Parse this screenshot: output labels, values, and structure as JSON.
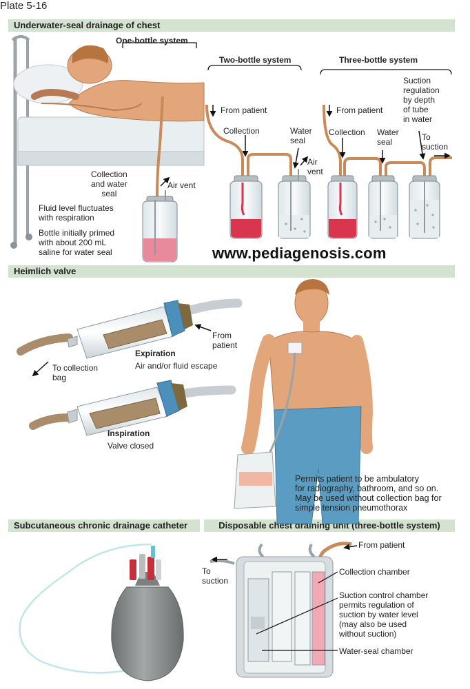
{
  "plate": "Plate 5-16",
  "sections": {
    "underwater": "Underwater-seal drainage of chest",
    "heimlich": "Heimlich valve",
    "subcutaneous": "Subcutaneous chronic drainage catheter",
    "disposable": "Disposable chest draining unit (three-bottle system)"
  },
  "one_bottle": {
    "title": "One-bottle system",
    "collection": [
      "Collection",
      "and water",
      "seal"
    ],
    "air_vent": "Air vent",
    "fluid": [
      "Fluid level fluctuates",
      "with respiration"
    ],
    "primed": [
      "Bottle initially primed",
      "with about 200 mL",
      "saline for water seal"
    ]
  },
  "two_bottle": {
    "title": "Two-bottle system",
    "from_patient": "From patient",
    "collection": "Collection",
    "water_seal": [
      "Water",
      "seal"
    ],
    "air_vent": [
      "Air",
      "vent"
    ]
  },
  "three_bottle": {
    "title": "Three-bottle system",
    "from_patient": "From patient",
    "collection": "Collection",
    "water_seal": [
      "Water",
      "seal"
    ],
    "suction_reg": [
      "Suction",
      "regulation",
      "by depth",
      "of tube",
      "in water"
    ],
    "to_suction": [
      "To",
      "suction"
    ]
  },
  "watermark": "www.pediagenosis.com",
  "heimlich": {
    "from_patient": [
      "From",
      "patient"
    ],
    "expiration": "Expiration",
    "expiration_desc": "Air and/or fluid escape",
    "to_collection": [
      "To collection",
      "bag"
    ],
    "inspiration": "Inspiration",
    "inspiration_desc": "Valve closed",
    "ambulatory": [
      "Permits patient to be ambulatory",
      "for radiography, bathroom, and so on.",
      "May be used without collection bag for",
      "simple tension pneumothorax"
    ]
  },
  "disposable": {
    "from_patient": "From patient",
    "to_suction": [
      "To",
      "suction"
    ],
    "collection_chamber": "Collection chamber",
    "suction_control": [
      "Suction control chamber",
      "permits regulation of",
      "suction by water level",
      "(may also be used",
      "without suction)"
    ],
    "water_seal_chamber": "Water-seal chamber"
  },
  "colors": {
    "section_bar": "#d4e2d0",
    "fluid_red": "#d9354f",
    "tube": "#c98a5a",
    "skin": "#e3a57a",
    "jeans": "#5a9cc2",
    "catheter_body": "#8e9192"
  }
}
